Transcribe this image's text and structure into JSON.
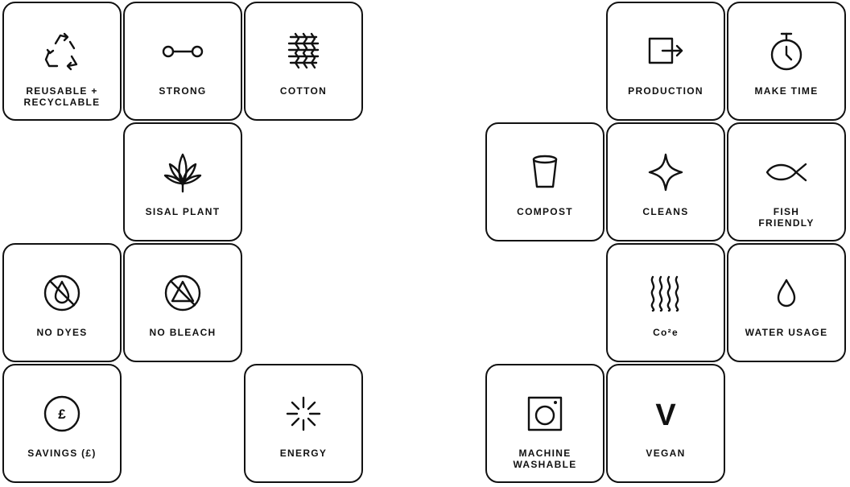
{
  "tiles": {
    "reusable_recyclable": {
      "label": "REUSABLE +\nRECYCLABLE",
      "icon": "recycle-icon"
    },
    "strong": {
      "label": "STRONG",
      "icon": "link-icon"
    },
    "cotton": {
      "label": "COTTON",
      "icon": "woven-fibre-icon"
    },
    "sisal_plant": {
      "label": "SISAL PLANT",
      "icon": "leaf-icon"
    },
    "no_dyes": {
      "label": "NO DYES",
      "icon": "no-dye-icon"
    },
    "no_bleach": {
      "label": "NO BLEACH",
      "icon": "no-bleach-icon"
    },
    "savings": {
      "label": "SAVINGS (£)",
      "icon": "pound-coin-icon",
      "symbol": "£"
    },
    "energy": {
      "label": "ENERGY",
      "icon": "energy-burst-icon"
    },
    "production": {
      "label": "PRODUCTION",
      "icon": "export-box-icon"
    },
    "make_time": {
      "label": "MAKE TIME",
      "icon": "stopwatch-icon"
    },
    "compost": {
      "label": "COMPOST",
      "icon": "cup-icon"
    },
    "cleans": {
      "label": "CLEANS",
      "icon": "sparkle-icon"
    },
    "fish_friendly": {
      "label": "FISH\nFRIENDLY",
      "icon": "fish-icon"
    },
    "co2e": {
      "label": "Co²e",
      "icon": "heat-waves-icon"
    },
    "water_usage": {
      "label": "WATER USAGE",
      "icon": "water-drop-icon"
    },
    "machine_washable": {
      "label": "MACHINE\nWASHABLE",
      "icon": "washing-machine-icon"
    },
    "vegan": {
      "label": "VEGAN",
      "icon": "vegan-v-icon",
      "symbol": "V"
    }
  },
  "colors": {
    "stroke": "#111111",
    "background": "#ffffff"
  }
}
